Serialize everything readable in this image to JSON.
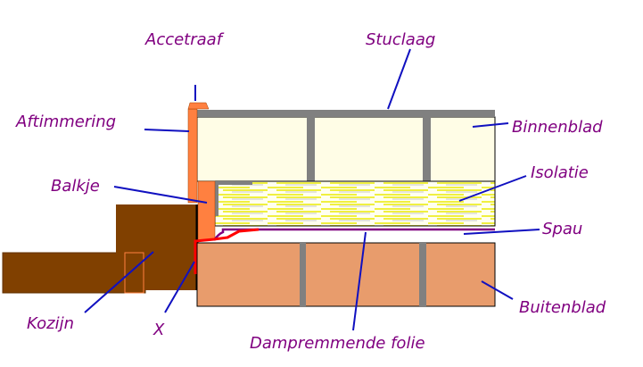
{
  "labels": {
    "accetraaf": "Accetraaf",
    "stuclaag": "Stuclaag",
    "aftimmering": "Aftimmering",
    "binnenblad": "Binnenblad",
    "isolatie": "Isolatie",
    "balkje": "Balkje",
    "spau": "Spau",
    "kozijn": "Kozijn",
    "x": "X",
    "buitenblad": "Buitenblad",
    "dampremmende_folie": "Dampremmende folie"
  },
  "colors": {
    "label": "#800080",
    "leader": "#1010c0",
    "binnenblad": "#fffde6",
    "buitenblad": "#e89c6c",
    "hout": "#ff8040",
    "kozijn": "#804000",
    "stuc": "#808080",
    "isolatie": "#ffff80",
    "folie": "#800080",
    "x_line": "#ff0000"
  }
}
